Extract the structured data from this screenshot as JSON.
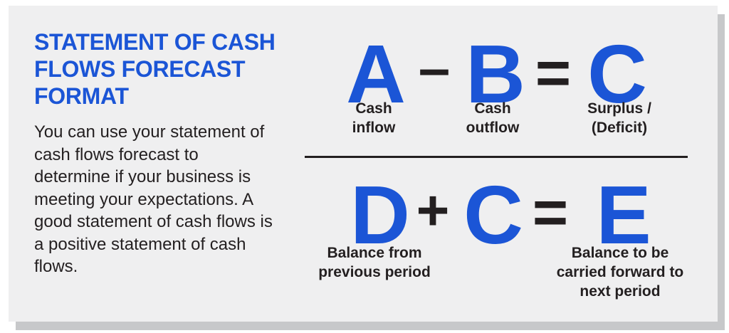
{
  "title": "STATEMENT OF CASH FLOWS FORECAST FORMAT",
  "description": "You can use your statement of cash flows forecast to determine if your business is meeting your expectations. A good statement of cash flows is a positive statement of cash flows.",
  "equation1": {
    "term1": "A",
    "op1": "–",
    "term2": "B",
    "op2": "=",
    "term3": "C",
    "label1_line1": "Cash",
    "label1_line2": "inflow",
    "label2_line1": "Cash",
    "label2_line2": "outflow",
    "label3_line1": "Surplus /",
    "label3_line2": "(Deficit)"
  },
  "equation2": {
    "term1": "D",
    "op1": "+",
    "term2": "C",
    "op2": "=",
    "term3": "E",
    "label1_line1": "Balance from",
    "label1_line2": "previous period",
    "label3_line1": "Balance to be",
    "label3_line2": "carried forward to",
    "label3_line3": "next period"
  },
  "colors": {
    "accent": "#1b55d6",
    "text": "#231f20",
    "panel": "#efeff0",
    "shadow": "#c7c8ca"
  }
}
